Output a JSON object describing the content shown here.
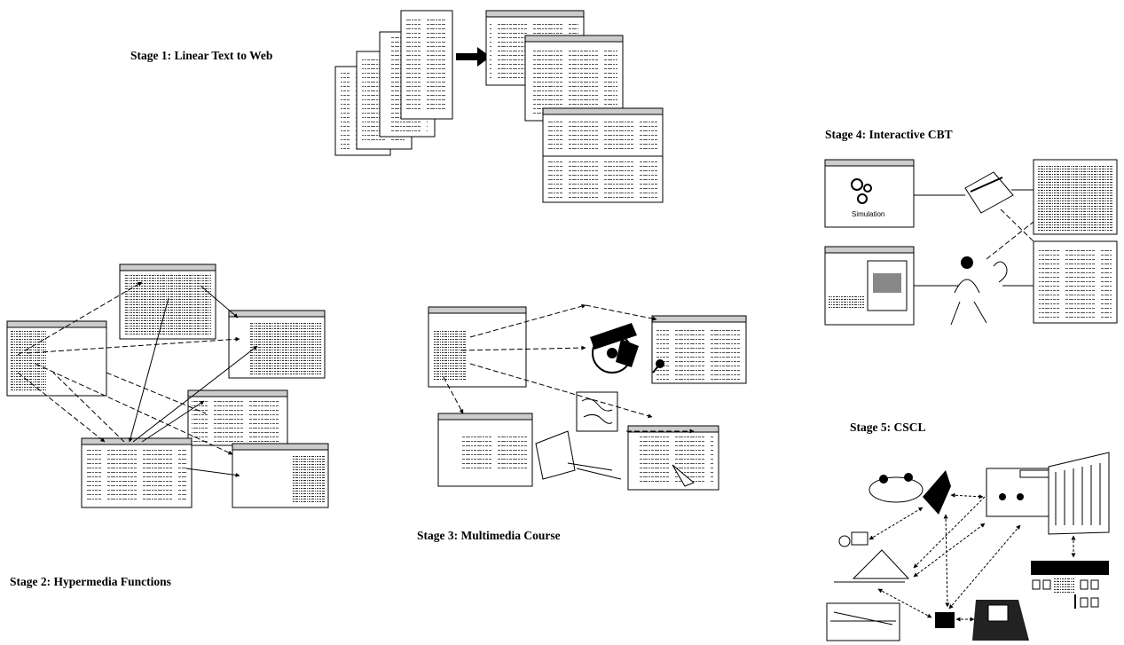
{
  "stages": [
    {
      "id": "stage1",
      "label": "Stage 1: Linear Text to Web"
    },
    {
      "id": "stage2",
      "label": "Stage 2: Hypermedia Functions"
    },
    {
      "id": "stage3",
      "label": "Stage 3: Multimedia Course"
    },
    {
      "id": "stage4",
      "label": "Stage 4: Interactive CBT"
    },
    {
      "id": "stage5",
      "label": "Stage 5: CSCL"
    }
  ],
  "stage4_screens": {
    "simulation_label": "Simulation"
  },
  "colors": {
    "ink": "#000000",
    "paper": "#ffffff",
    "grey": "#888888"
  }
}
